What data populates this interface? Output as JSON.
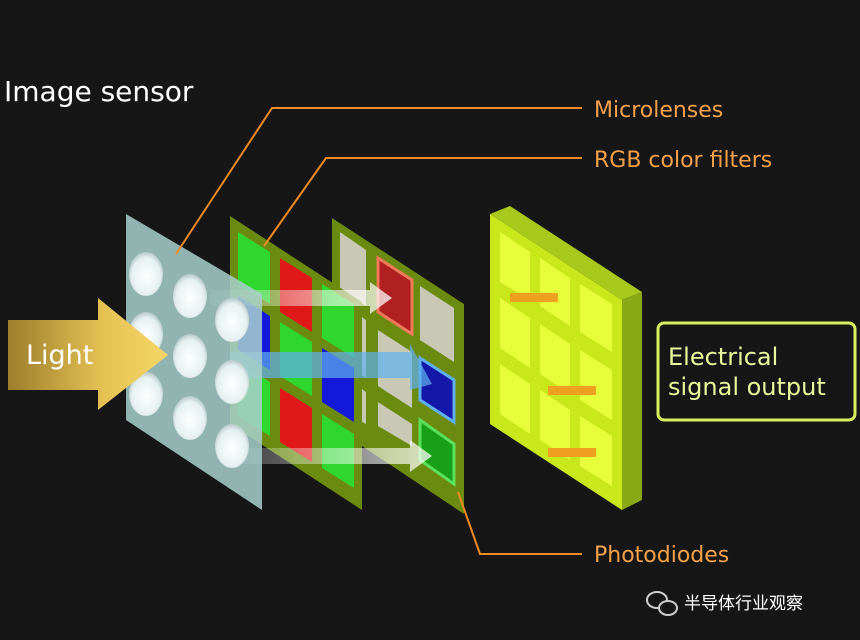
{
  "title": "Image sensor",
  "labels": {
    "microlenses": "Microlenses",
    "rgb_filters": "RGB color filters",
    "photodiodes": "Photodiodes",
    "light": "Light",
    "signal_line1": "Electrical",
    "signal_line2": "signal output"
  },
  "watermark": "半导体行业观察",
  "colors": {
    "background": "#161616",
    "callout": "#f08a24",
    "label_text": "#f5a14a",
    "frame_green": "#6b8a10",
    "filter_red": "#e01818",
    "filter_green": "#2ed62e",
    "filter_blue": "#1418d8",
    "photodiode_gray": "#c8c8b4",
    "output_panel": "#c8e81c",
    "signal_box": "#d8f060"
  },
  "filter_pattern": [
    [
      "green",
      "red",
      "green"
    ],
    [
      "blue",
      "green",
      "blue"
    ],
    [
      "green",
      "red",
      "green"
    ]
  ]
}
